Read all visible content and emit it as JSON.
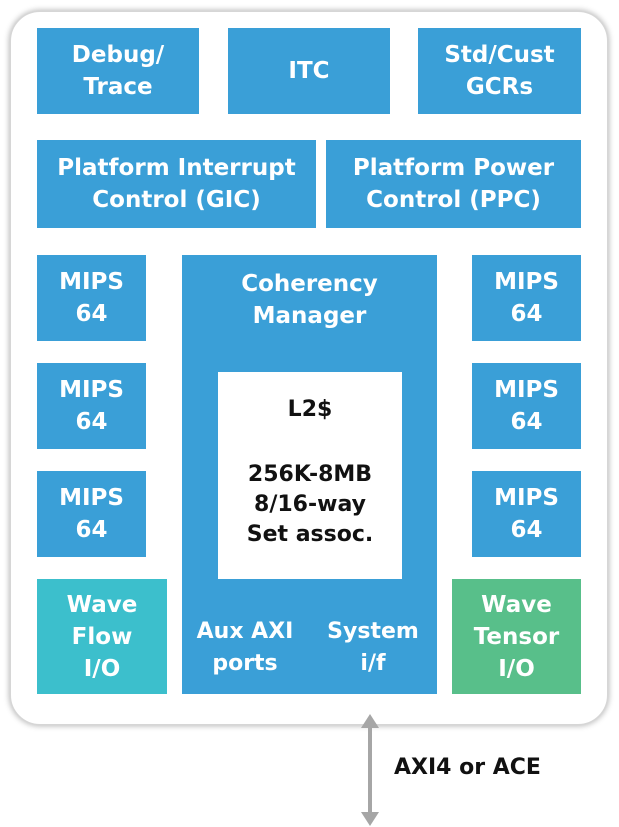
{
  "blocks": {
    "debug_trace": [
      "Debug/",
      "Trace"
    ],
    "itc": [
      "ITC"
    ],
    "gcrs": [
      "Std/Cust",
      "GCRs"
    ],
    "gic": [
      "Platform Interrupt",
      "Control (GIC)"
    ],
    "ppc": [
      "Platform Power",
      "Control (PPC)"
    ],
    "mips_left": [
      [
        "MIPS",
        "64"
      ],
      [
        "MIPS",
        "64"
      ],
      [
        "MIPS",
        "64"
      ]
    ],
    "mips_right": [
      [
        "MIPS",
        "64"
      ],
      [
        "MIPS",
        "64"
      ],
      [
        "MIPS",
        "64"
      ]
    ],
    "wave_flow": [
      "Wave",
      "Flow",
      "I/O"
    ],
    "wave_tensor": [
      "Wave",
      "Tensor",
      "I/O"
    ]
  },
  "coherency_manager": {
    "title": [
      "Coherency",
      "Manager"
    ],
    "l2_title": "L2$",
    "l2_specs": [
      "256K-8MB",
      "8/16-way",
      "Set assoc."
    ],
    "aux_axi": [
      "Aux AXI",
      "ports"
    ],
    "system_if": [
      "System",
      "i/f"
    ]
  },
  "interface": {
    "label": "AXI4 or ACE"
  },
  "colors": {
    "block_blue": "#3a9fd7",
    "wave_flow_teal": "#3cbfcc",
    "wave_tensor_green": "#58bf8a",
    "arrow_gray": "#a6a6a6"
  }
}
